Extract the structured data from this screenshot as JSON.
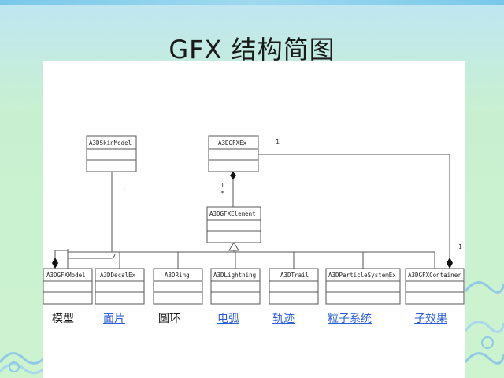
{
  "slide": {
    "title": "GFX 结构简图"
  },
  "diagram": {
    "classes": [
      {
        "id": "skin",
        "name": "A3DSkinModel"
      },
      {
        "id": "gfx",
        "name": "A3DGFXEx"
      },
      {
        "id": "element",
        "name": "A3DGFXElement"
      },
      {
        "id": "model",
        "name": "A3DGFXModel"
      },
      {
        "id": "decal",
        "name": "A3DDecalEx"
      },
      {
        "id": "ring",
        "name": "A3DRing"
      },
      {
        "id": "lightning",
        "name": "A3DLightning"
      },
      {
        "id": "trail",
        "name": "A3DTrail"
      },
      {
        "id": "particle",
        "name": "A3DParticleSystemEx"
      },
      {
        "id": "container",
        "name": "A3DGFXContainer"
      }
    ],
    "multiplicities": {
      "skin_model": "1",
      "gfx_container": "1",
      "container_right": "1",
      "gfx_element_one": "1",
      "gfx_element_many": "*"
    }
  },
  "captions": [
    {
      "text": "模型",
      "style": "plain"
    },
    {
      "text": "面片",
      "style": "link"
    },
    {
      "text": "圆环",
      "style": "plain"
    },
    {
      "text": "电弧",
      "style": "link"
    },
    {
      "text": "轨迹",
      "style": "link"
    },
    {
      "text": "粒子系统",
      "style": "link"
    },
    {
      "text": "子效果",
      "style": "link"
    }
  ],
  "colors": {
    "link": "#2b5fd9",
    "panel": "#ffffff",
    "line": "#555555"
  }
}
